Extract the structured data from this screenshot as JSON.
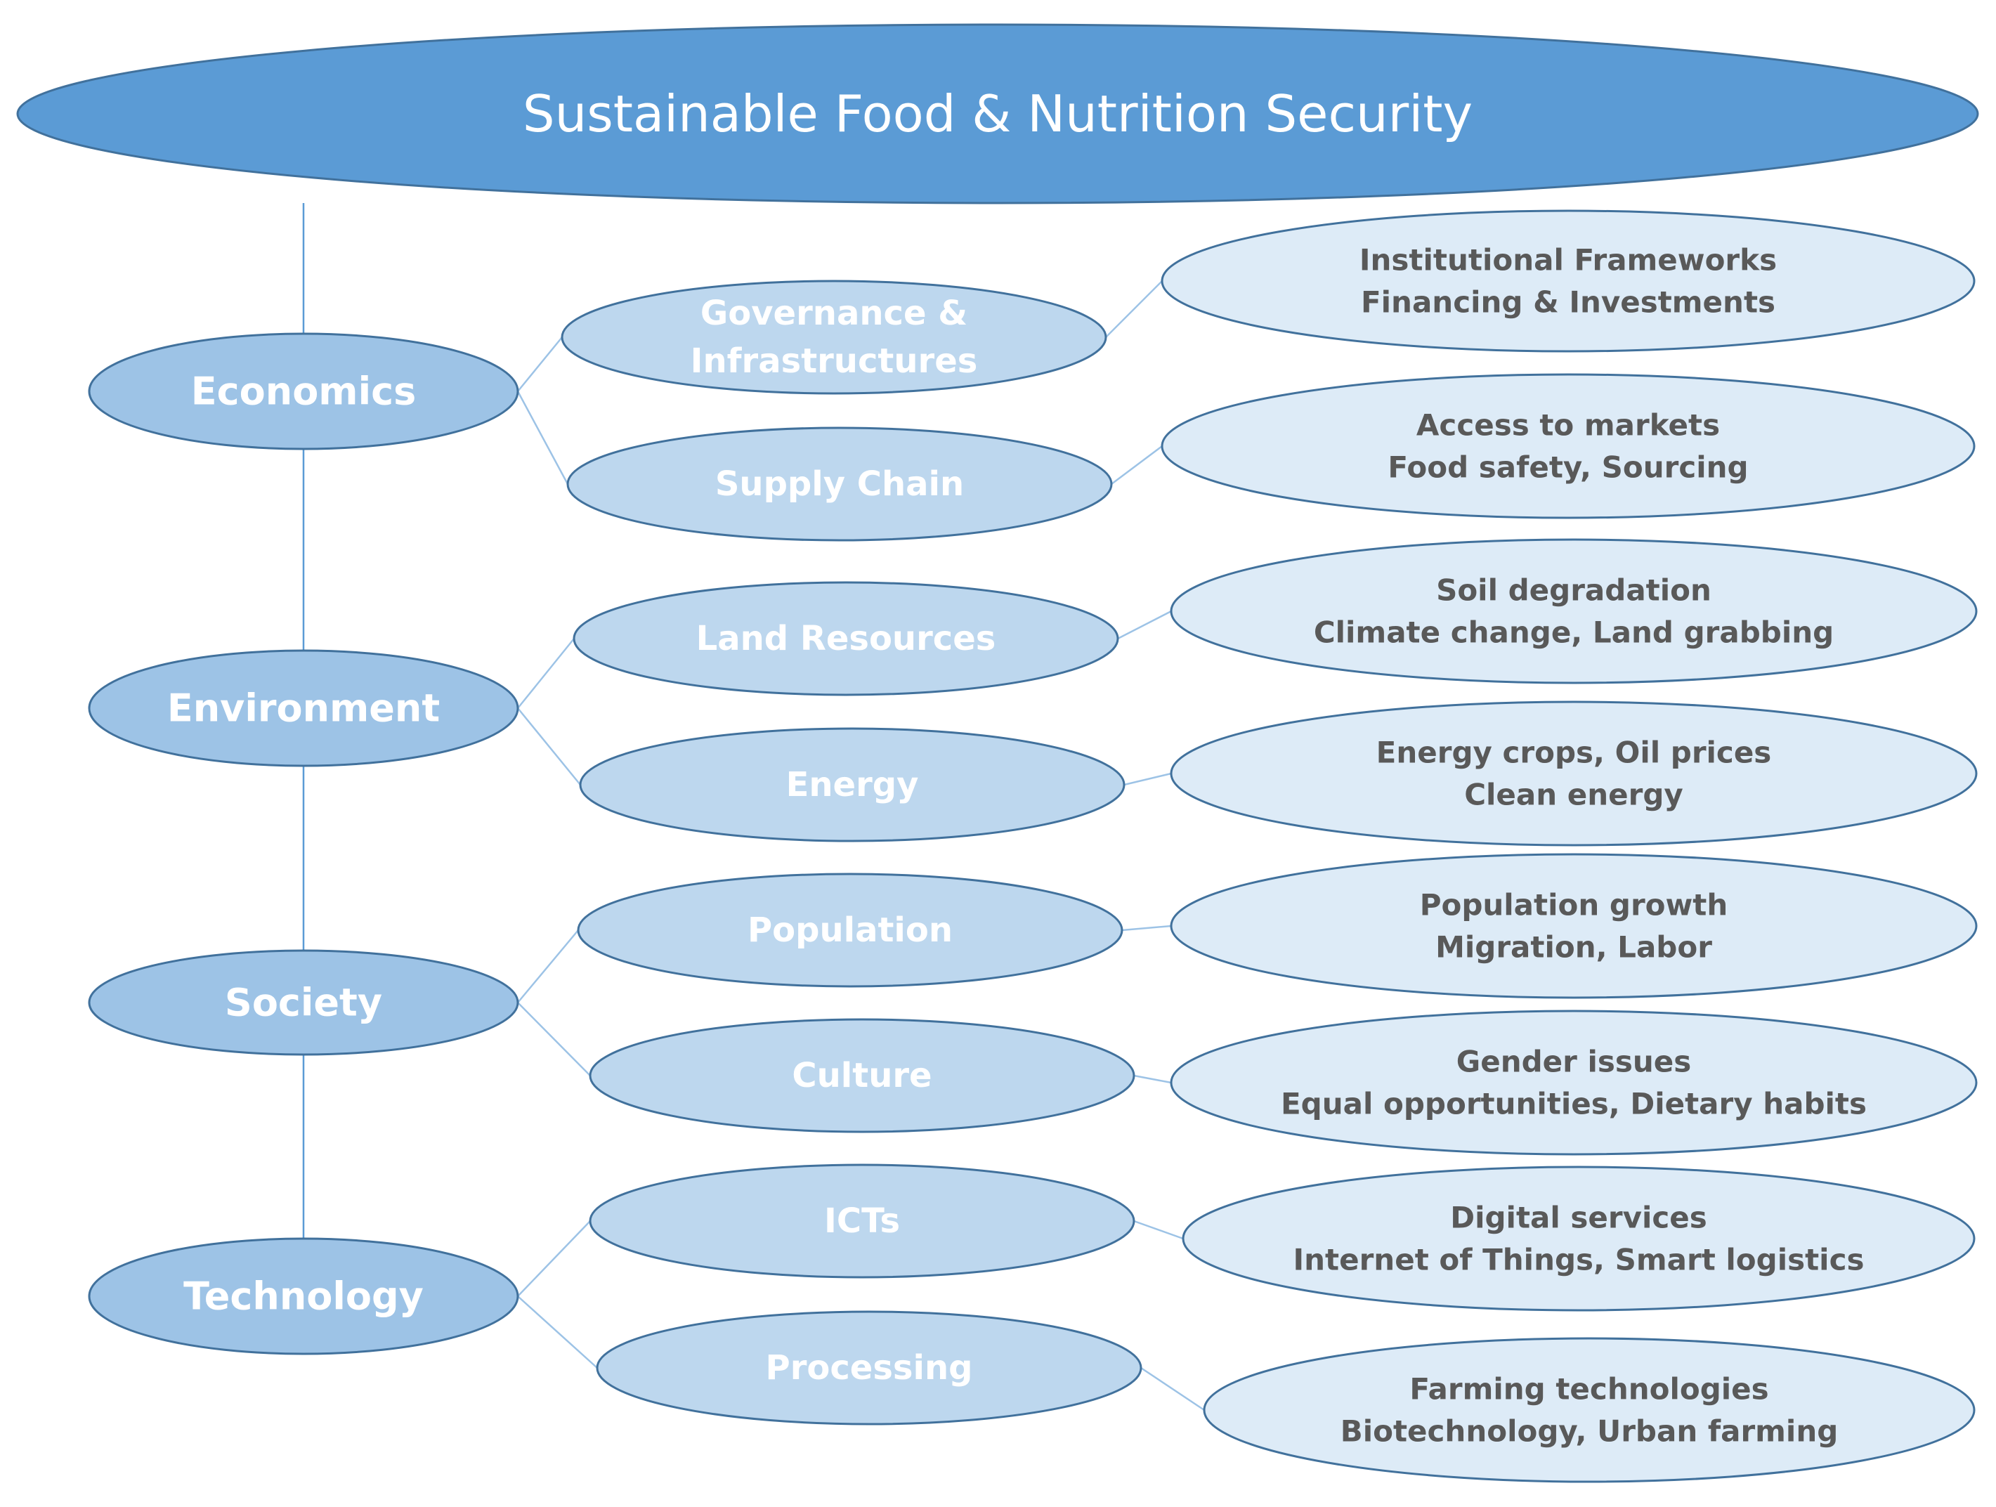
{
  "diagram": {
    "title": "Sustainable Food & Nutrition Security",
    "pillars": [
      {
        "id": "economics",
        "label": "Economics",
        "topics": [
          {
            "id": "governance-infrastructures",
            "lines": [
              "Governance &",
              "Infrastructures"
            ],
            "details": [
              "Institutional Frameworks",
              "Financing  & Investments"
            ]
          },
          {
            "id": "supply-chain",
            "lines": [
              "Supply Chain"
            ],
            "details": [
              "Access to markets",
              "Food safety, Sourcing"
            ]
          }
        ]
      },
      {
        "id": "environment",
        "label": "Environment",
        "topics": [
          {
            "id": "land-resources",
            "lines": [
              "Land Resources"
            ],
            "details": [
              "Soil degradation",
              "Climate change, Land grabbing"
            ]
          },
          {
            "id": "energy",
            "lines": [
              "Energy"
            ],
            "details": [
              "Energy crops, Oil prices",
              "Clean energy"
            ]
          }
        ]
      },
      {
        "id": "society",
        "label": "Society",
        "topics": [
          {
            "id": "population",
            "lines": [
              "Population"
            ],
            "details": [
              "Population growth",
              "Migration, Labor"
            ]
          },
          {
            "id": "culture",
            "lines": [
              "Culture"
            ],
            "details": [
              "Gender issues",
              "Equal opportunities,  Dietary habits"
            ]
          }
        ]
      },
      {
        "id": "technology",
        "label": "Technology",
        "topics": [
          {
            "id": "icts",
            "lines": [
              "ICTs"
            ],
            "details": [
              "Digital services",
              "Internet of Things, Smart logistics"
            ]
          },
          {
            "id": "processing",
            "lines": [
              "Processing"
            ],
            "details": [
              "Farming technologies",
              "Biotechnology,  Urban farming"
            ]
          }
        ]
      }
    ]
  },
  "colors": {
    "title_fill": "#5b9bd5",
    "pillar_fill": "#9dc3e6",
    "topic_fill": "#bdd7ee",
    "detail_fill": "#ddebf7",
    "outline": "#41719c",
    "detail_text": "#595959"
  }
}
